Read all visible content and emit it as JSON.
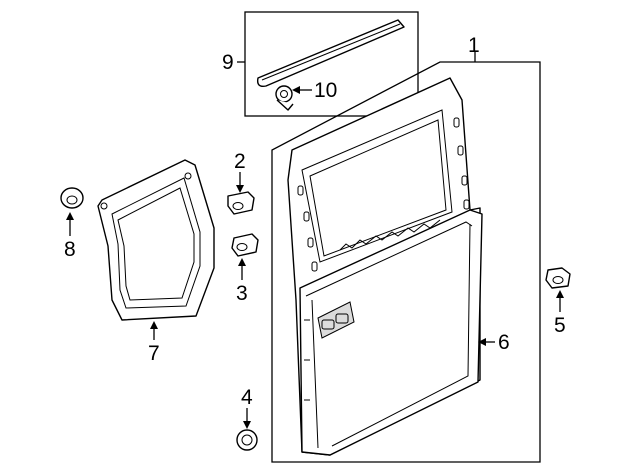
{
  "diagram": {
    "callouts": [
      {
        "id": "1",
        "label": "1",
        "part": "door-shell"
      },
      {
        "id": "2",
        "label": "2",
        "part": "bumper-upper"
      },
      {
        "id": "3",
        "label": "3",
        "part": "bumper-lower"
      },
      {
        "id": "4",
        "label": "4",
        "part": "washer-bottom"
      },
      {
        "id": "5",
        "label": "5",
        "part": "plug-right"
      },
      {
        "id": "6",
        "label": "6",
        "part": "outer-panel"
      },
      {
        "id": "7",
        "label": "7",
        "part": "water-shield"
      },
      {
        "id": "8",
        "label": "8",
        "part": "nut-left"
      },
      {
        "id": "9",
        "label": "9",
        "part": "weatherstrip-molding"
      },
      {
        "id": "10",
        "label": "10",
        "part": "retainer-clip"
      }
    ]
  }
}
